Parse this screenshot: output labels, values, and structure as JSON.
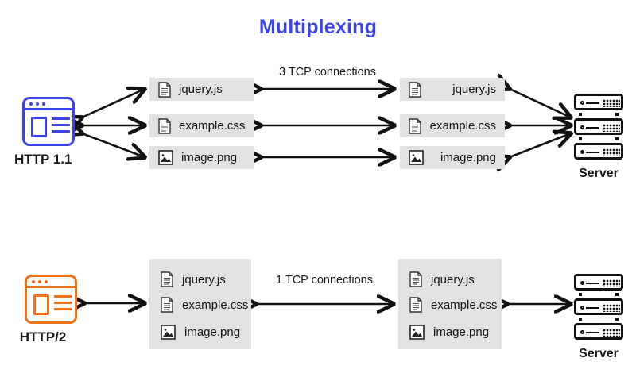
{
  "title": "Multiplexing",
  "colors": {
    "title": "#3d43e8",
    "http11_accent": "#3d43e8",
    "http2_accent": "#f47216",
    "chip_bg": "#e2e2e5",
    "ink": "#111111"
  },
  "sections": {
    "http11": {
      "client": {
        "label": "HTTP 1.1",
        "icon": "browser-window-icon"
      },
      "server": {
        "label": "Server",
        "icon": "server-rack-icon"
      },
      "connections_label": "3 TCP connections",
      "left_files": [
        {
          "name": "jquery.js",
          "icon": "document-icon"
        },
        {
          "name": "example.css",
          "icon": "document-icon"
        },
        {
          "name": "image.png",
          "icon": "image-file-icon"
        }
      ],
      "right_files": [
        {
          "name": "jquery.js",
          "icon": "document-icon"
        },
        {
          "name": "example.css",
          "icon": "document-icon"
        },
        {
          "name": "image.png",
          "icon": "image-file-icon"
        }
      ]
    },
    "http2": {
      "client": {
        "label": "HTTP/2",
        "icon": "browser-window-icon"
      },
      "server": {
        "label": "Server",
        "icon": "server-rack-icon"
      },
      "connections_label": "1 TCP connections",
      "left_files": [
        {
          "name": "jquery.js",
          "icon": "document-icon"
        },
        {
          "name": "example.css",
          "icon": "document-icon"
        },
        {
          "name": "image.png",
          "icon": "image-file-icon"
        }
      ],
      "right_files": [
        {
          "name": "jquery.js",
          "icon": "document-icon"
        },
        {
          "name": "example.css",
          "icon": "document-icon"
        },
        {
          "name": "image.png",
          "icon": "image-file-icon"
        }
      ]
    }
  }
}
